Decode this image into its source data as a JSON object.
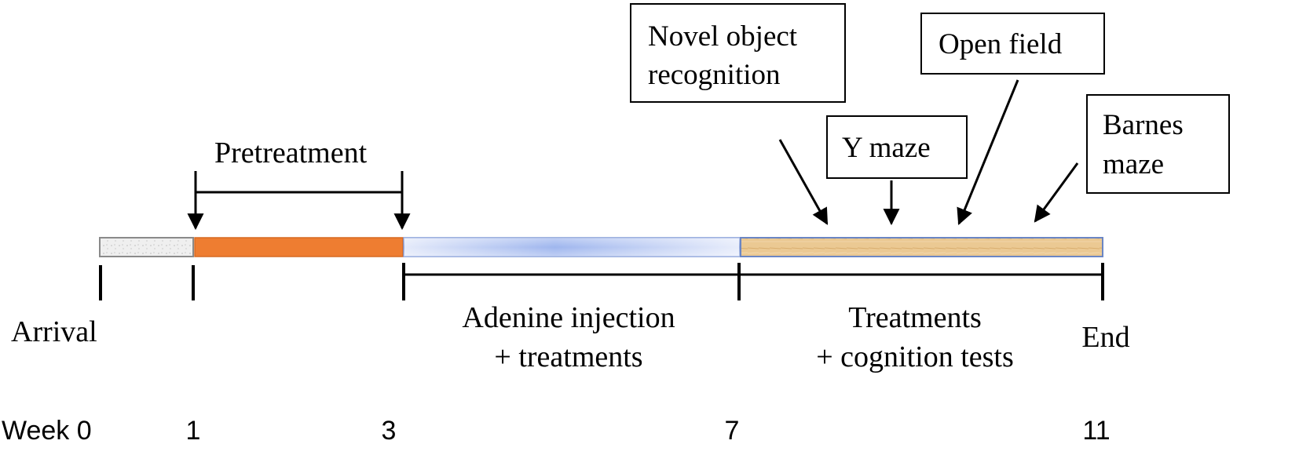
{
  "timeline": {
    "segments": [
      {
        "name": "arrival-period",
        "color": "#ececec"
      },
      {
        "name": "pretreatment-period",
        "color": "#ee7d31"
      },
      {
        "name": "adenine-period",
        "color": "#b9c9f0"
      },
      {
        "name": "cognition-period",
        "color": "#e9c68f"
      }
    ]
  },
  "phases": {
    "pretreatment": "Pretreatment",
    "adenine": [
      "Adenine injection",
      "+ treatments"
    ],
    "cognition": [
      "Treatments",
      "+ cognition tests"
    ]
  },
  "milestones": {
    "arrival": "Arrival",
    "end": "End"
  },
  "tests": {
    "novel_object": [
      "Novel object",
      "recognition"
    ],
    "y_maze": "Y maze",
    "open_field": "Open field",
    "barnes": [
      "Barnes",
      "maze"
    ]
  },
  "weeks": {
    "prefix": "Week 0",
    "w1": "1",
    "w3": "3",
    "w7": "7",
    "w11": "11"
  }
}
